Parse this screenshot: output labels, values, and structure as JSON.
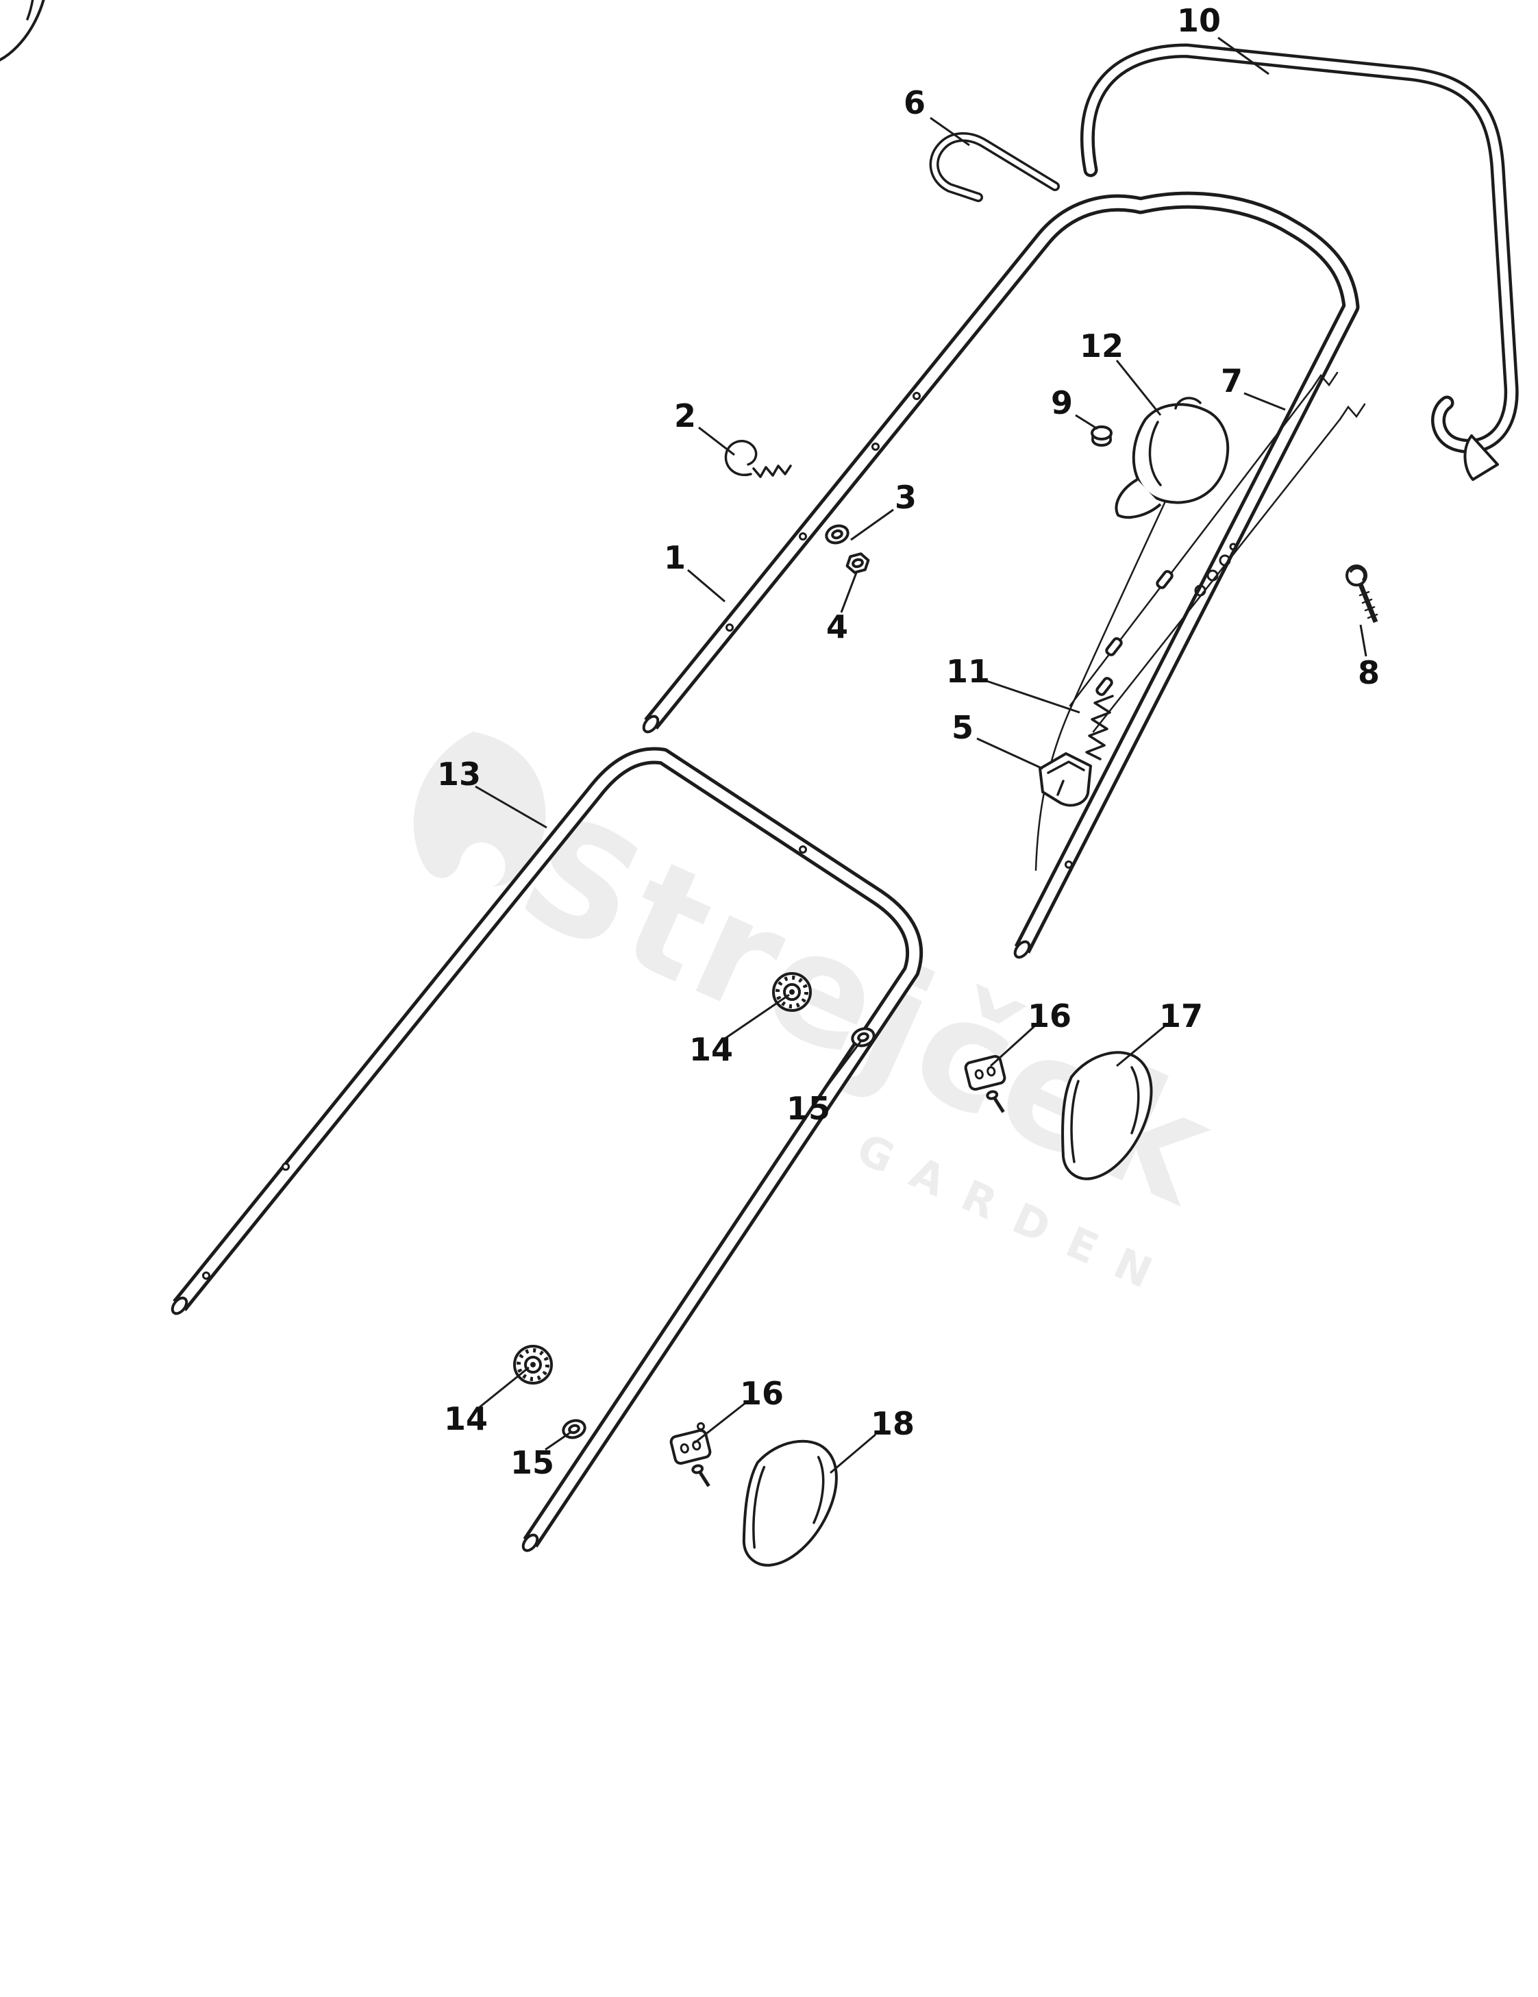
{
  "diagram": {
    "subject": "Exploded parts diagram - mower handle assembly",
    "background_color": "#ffffff",
    "line_color": "#1c1c1c",
    "watermark_color": "#ededed"
  },
  "watermark": {
    "brand": "Strejček",
    "sub": "GARDEN"
  },
  "parts": {
    "p1": "1",
    "p2": "2",
    "p3": "3",
    "p4": "4",
    "p5": "5",
    "p6": "6",
    "p7": "7",
    "p8": "8",
    "p9": "9",
    "p10": "10",
    "p11": "11",
    "p12": "12",
    "p13": "13",
    "p14": "14",
    "p15": "15",
    "p16": "16",
    "p17": "17",
    "p18": "18"
  }
}
